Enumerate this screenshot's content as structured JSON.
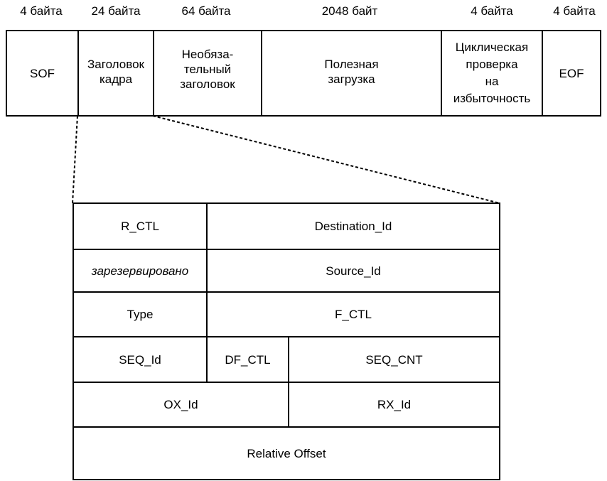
{
  "frame": {
    "sizes": [
      "4 байта",
      "24 байта",
      "64 байта",
      "2048 байт",
      "4 байта",
      "4 байта"
    ],
    "fields": [
      "SOF",
      "Заголовок\nкадра",
      "Необяза-\nтельный\nзаголовок",
      "Полезная\nзагрузка",
      "Циклическая\nпроверка\nна\nизбыточность",
      "EOF"
    ]
  },
  "header": {
    "r_ctl": "R_CTL",
    "destination_id": "Destination_Id",
    "reserved": "зарезервировано",
    "source_id": "Source_Id",
    "type": "Type",
    "f_ctl": "F_CTL",
    "seq_id": "SEQ_Id",
    "df_ctl": "DF_CTL",
    "seq_cnt": "SEQ_CNT",
    "ox_id": "OX_Id",
    "rx_id": "RX_Id",
    "relative_offset": "Relative Offset"
  }
}
